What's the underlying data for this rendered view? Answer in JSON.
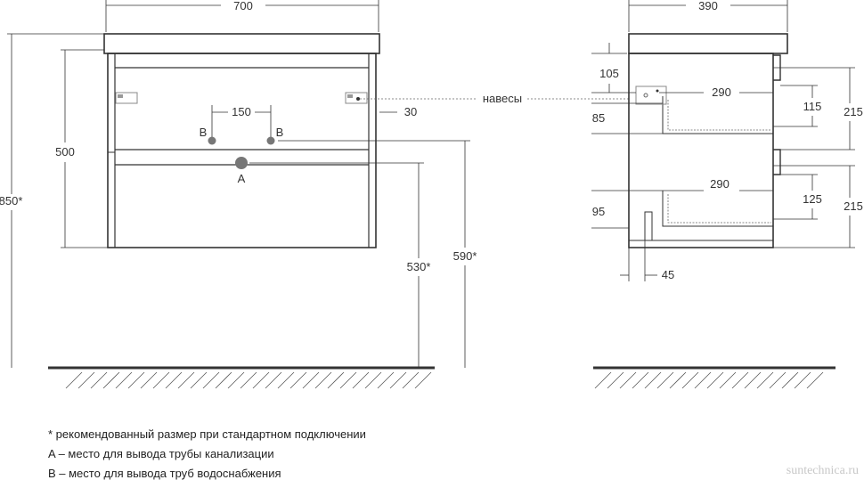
{
  "front": {
    "width": "700",
    "height_body": "500",
    "pipe_spacing": "150",
    "hanger_offset": "30",
    "height_total": "850*",
    "outlet_height": "530*",
    "supply_height": "590*",
    "label_a": "A",
    "label_b_left": "B",
    "label_b_right": "B",
    "hangers_label": "навесы"
  },
  "side": {
    "depth": "390",
    "d105": "105",
    "d290_top": "290",
    "d85": "85",
    "d115": "115",
    "d215_top": "215",
    "d290_bottom": "290",
    "d95": "95",
    "d125": "125",
    "d215_bottom": "215",
    "d45": "45"
  },
  "notes": {
    "line1": "* рекомендованный размер при стандартном подключении",
    "line2": "A – место для вывода трубы канализации",
    "line3": "B – место для вывода труб водоснабжения"
  },
  "watermark": "suntechnica.ru",
  "colors": {
    "line": "#333333",
    "pipe": "#777777",
    "floor": "#333333"
  }
}
